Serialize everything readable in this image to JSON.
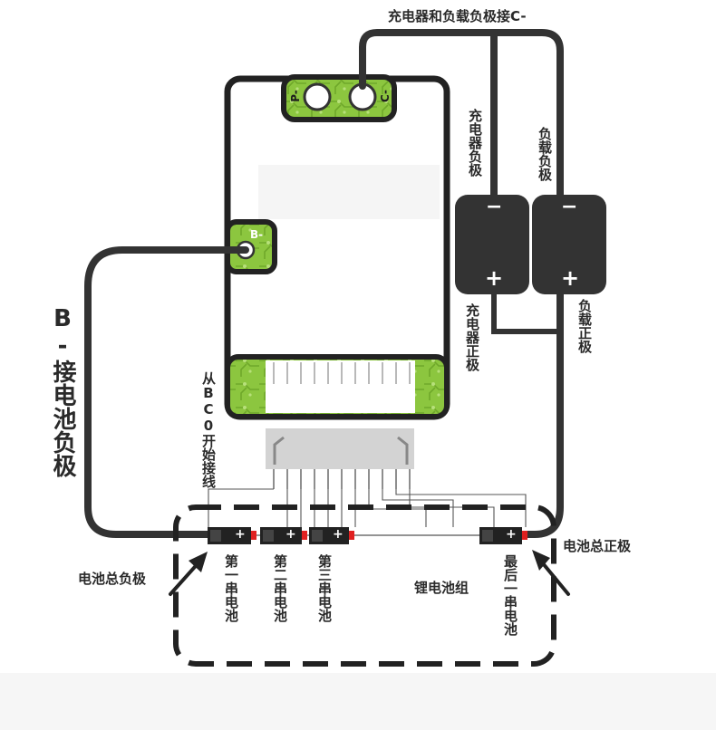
{
  "labels": {
    "top_negative_join": "充电器和负载负极接C-",
    "charger_negative": "充电器负极",
    "load_negative": "负载负极",
    "charger_positive": "充电器正极",
    "load_positive": "负载正极",
    "b_minus_to_battery_negative": "B-接电池负极",
    "start_from_bc0": "从BC0开始接线",
    "battery_total_negative": "电池总负极",
    "battery_total_positive": "电池总正极",
    "cell_first": "第一串电池",
    "cell_second": "第二串电池",
    "cell_third": "第三串电池",
    "cell_last": "最后一串电池",
    "lithium_pack": "锂电池组"
  },
  "board": {
    "pad_p_minus": "P-",
    "pad_c_minus": "C-",
    "pad_b_minus": "B-"
  },
  "terminals": {
    "minus": "−",
    "plus": "+"
  },
  "colors": {
    "wire": "#333333",
    "pcb_green": "#8cc63f",
    "cell_black": "#222222",
    "cell_tip_red": "#e02020",
    "connector_gray": "#d3d3d3",
    "label": "#2a2a2a"
  }
}
